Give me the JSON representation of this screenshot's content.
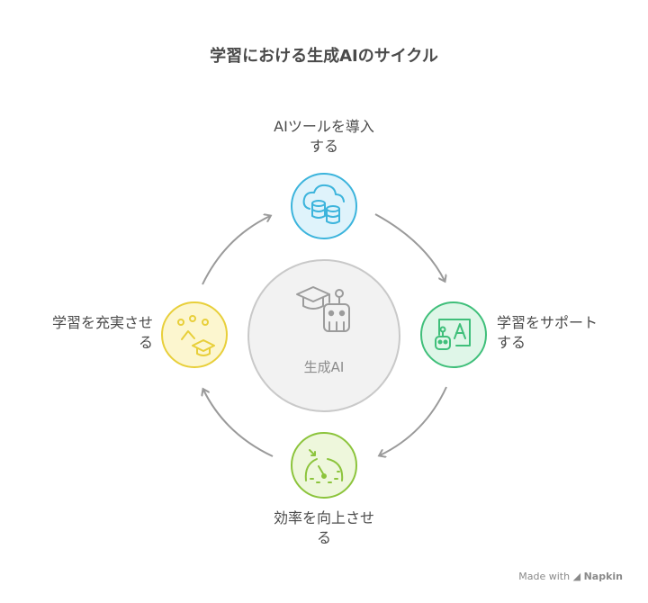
{
  "title": "学習における生成AIのサイクル",
  "center": {
    "label": "生成AI"
  },
  "nodes": [
    {
      "id": "top",
      "line1": "AIツールを導入",
      "line2": "する",
      "color": "#3cb4dc",
      "fill": "#dff3fb",
      "icon": "cloud-database-icon"
    },
    {
      "id": "right",
      "line1": "学習をサポート",
      "line2": "する",
      "color": "#3fbf7a",
      "fill": "#dff6e8",
      "icon": "robot-presentation-icon"
    },
    {
      "id": "bottom",
      "line1": "効率を向上させ",
      "line2": "る",
      "color": "#8cc43c",
      "fill": "#eef7dc",
      "icon": "speedometer-icon"
    },
    {
      "id": "left",
      "line1": "学習を充実させ",
      "line2": "る",
      "color": "#e8cf3a",
      "fill": "#fcf6cf",
      "icon": "graduation-cap-icon"
    }
  ],
  "footer": {
    "made_with": "Made with",
    "brand": "Napkin"
  }
}
